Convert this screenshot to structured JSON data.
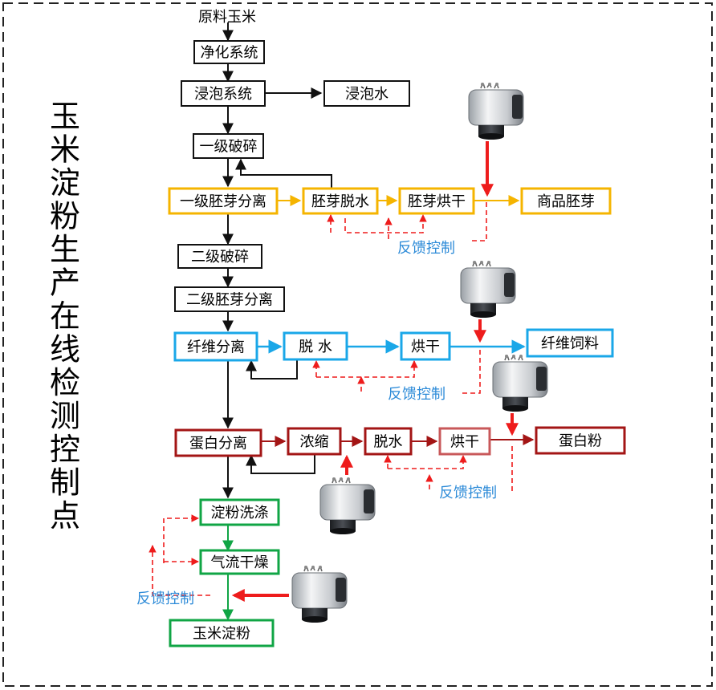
{
  "title": [
    "玉",
    "米",
    "淀",
    "粉",
    "生",
    "产",
    "在",
    "线",
    "检",
    "测",
    "控",
    "制",
    "点"
  ],
  "colors": {
    "black": "#111111",
    "germ": "#f5b400",
    "fiber": "#1aa7e8",
    "protein": "#a31515",
    "protein_light": "#c8585a",
    "starch": "#10a545",
    "control": "#ee1c1c",
    "feedback_text": "#2d8bd8"
  },
  "nodes": {
    "raw_corn": "原料玉米",
    "purification": "净化系统",
    "steeping": "浸泡系统",
    "steep_water": "浸泡水",
    "crush1": "一级破碎",
    "germ_sep1": "一级胚芽分离",
    "germ_dewater": "胚芽脱水",
    "germ_dry": "胚芽烘干",
    "germ_product": "商品胚芽",
    "crush2": "二级破碎",
    "germ_sep2": "二级胚芽分离",
    "fiber_sep": "纤维分离",
    "fiber_dewater": "脱 水",
    "fiber_dry": "烘干",
    "fiber_feed": "纤维饲料",
    "protein_sep": "蛋白分离",
    "concentrate": "浓缩",
    "protein_dewater": "脱水",
    "protein_dry": "烘干",
    "protein_powder": "蛋白粉",
    "starch_wash": "淀粉洗涤",
    "flash_dry": "气流干燥",
    "corn_starch": "玉米淀粉"
  },
  "feedback": {
    "germ": "反馈控制",
    "fiber": "反馈控制",
    "protein": "反馈控制",
    "starch": "反馈控制"
  },
  "sensors": [
    "sensor-germ",
    "sensor-fiber-1",
    "sensor-fiber-2",
    "sensor-protein",
    "sensor-starch"
  ]
}
